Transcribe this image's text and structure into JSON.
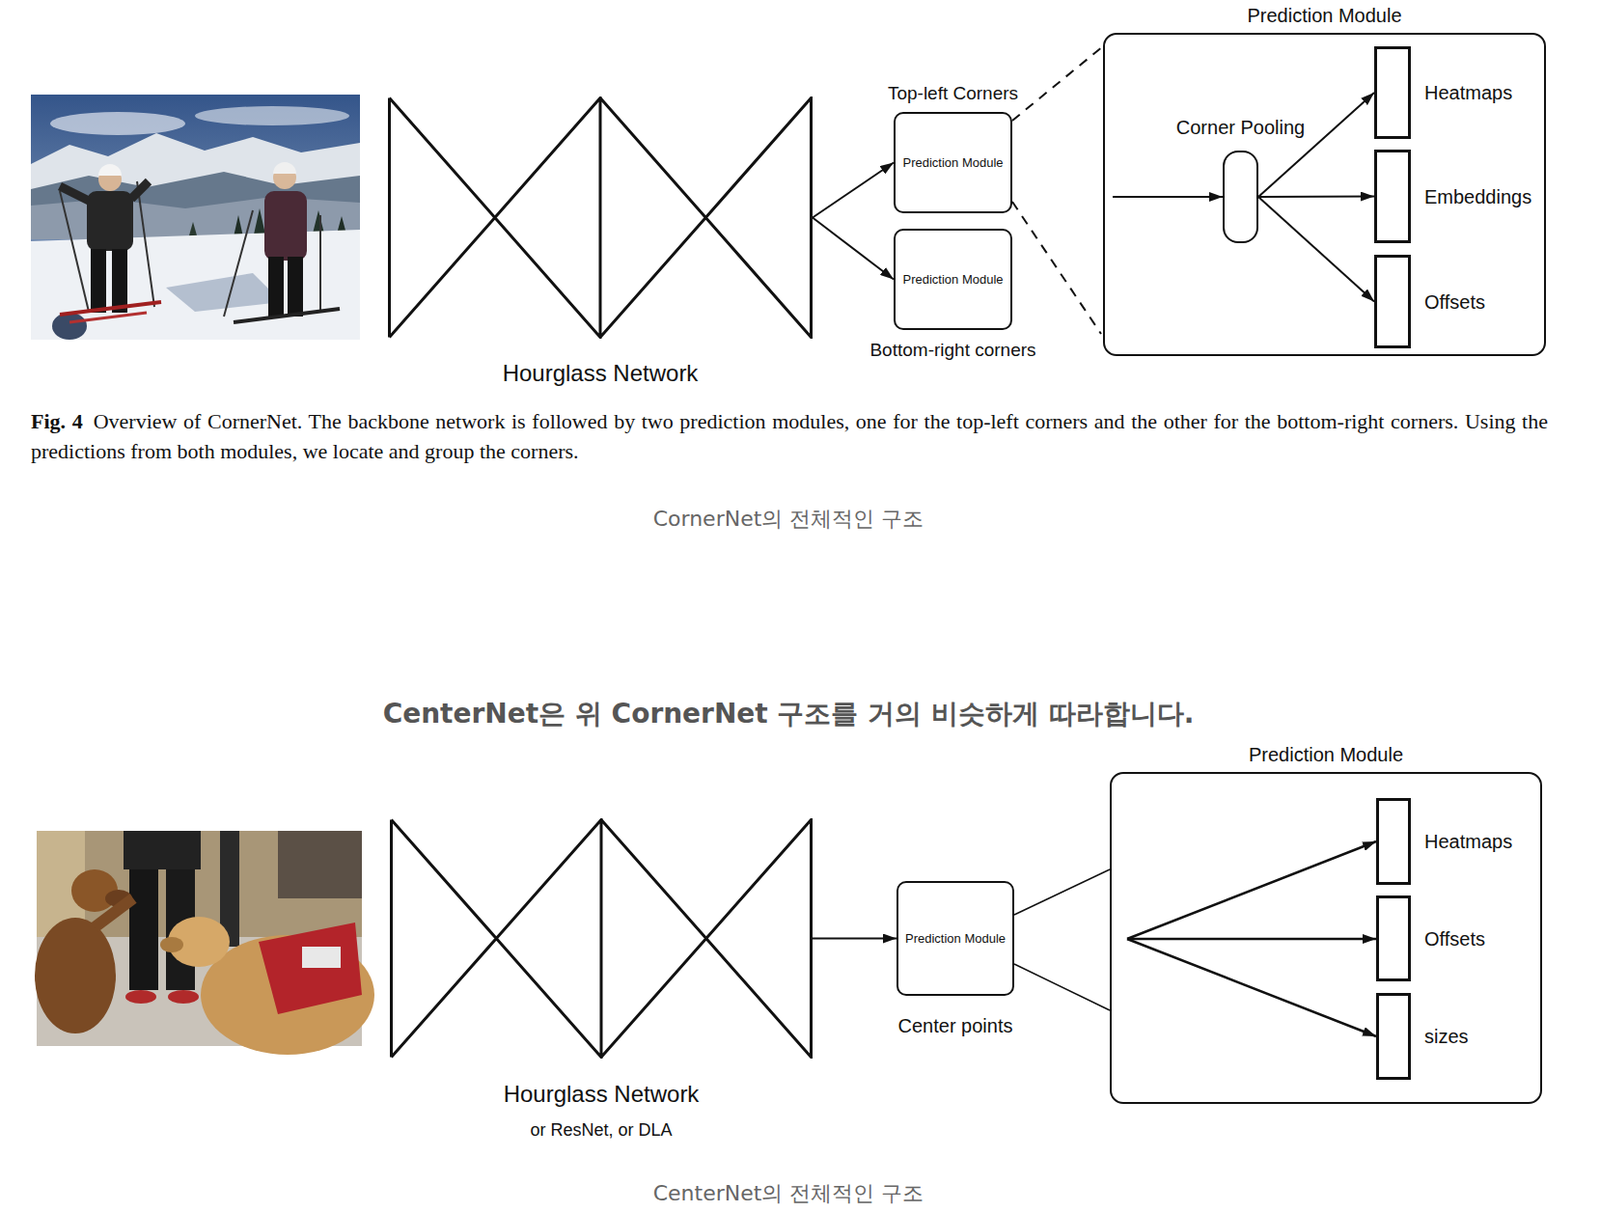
{
  "diagram": {
    "nodes": [
      {
        "text": [
          "Hourglass Network"
        ]
      },
      {
        "text": [
          "Top-left Corners",
          "Prediction Module"
        ]
      },
      {
        "text": [
          "Prediction Module",
          "Bottom-right corners"
        ]
      },
      {
        "text": [
          "Prediction Module"
        ]
      },
      {
        "text": [
          "Corner Pooling"
        ],
        "in": 3
      },
      {
        "text": [
          "Heatmaps"
        ],
        "in": 3
      },
      {
        "text": [
          "Embeddings"
        ],
        "in": 3
      },
      {
        "text": [
          "Offsets"
        ],
        "in": 3
      },
      {
        "text": [
          "Hourglass Network",
          "or ResNet, or DLA"
        ]
      },
      {
        "text": [
          "Prediction Module",
          "Center points"
        ]
      },
      {
        "text": [
          "Prediction Module"
        ]
      },
      {
        "text": [
          "Heatmaps"
        ],
        "in": 10
      },
      {
        "text": [
          "Offsets"
        ],
        "in": 10
      },
      {
        "text": [
          "sizes"
        ],
        "in": 10
      }
    ],
    "edges": [
      {
        "from": 0,
        "to": 1,
        "arrow": "to"
      },
      {
        "from": 0,
        "to": 2,
        "arrow": "to"
      },
      {
        "from": 4,
        "to": 5,
        "arrow": "to"
      },
      {
        "from": 4,
        "to": 6,
        "arrow": "to"
      },
      {
        "from": 4,
        "to": 7,
        "arrow": "to"
      },
      {
        "from": 8,
        "to": 9,
        "arrow": "to"
      }
    ],
    "labels": [
      "Fig. 4",
      "Overview of CornerNet. The backbone network is followed by two prediction modules, one for the top-left corners and the other for the bottom-right corners. Using the predictions from both modules, we locate and group the corners.",
      "CornerNet의 전체적인 구조",
      "CenterNet은 위 CornerNet 구조를 거의 비슷하게 따라합니다.",
      "CenterNet의 전체적인 구조"
    ]
  }
}
